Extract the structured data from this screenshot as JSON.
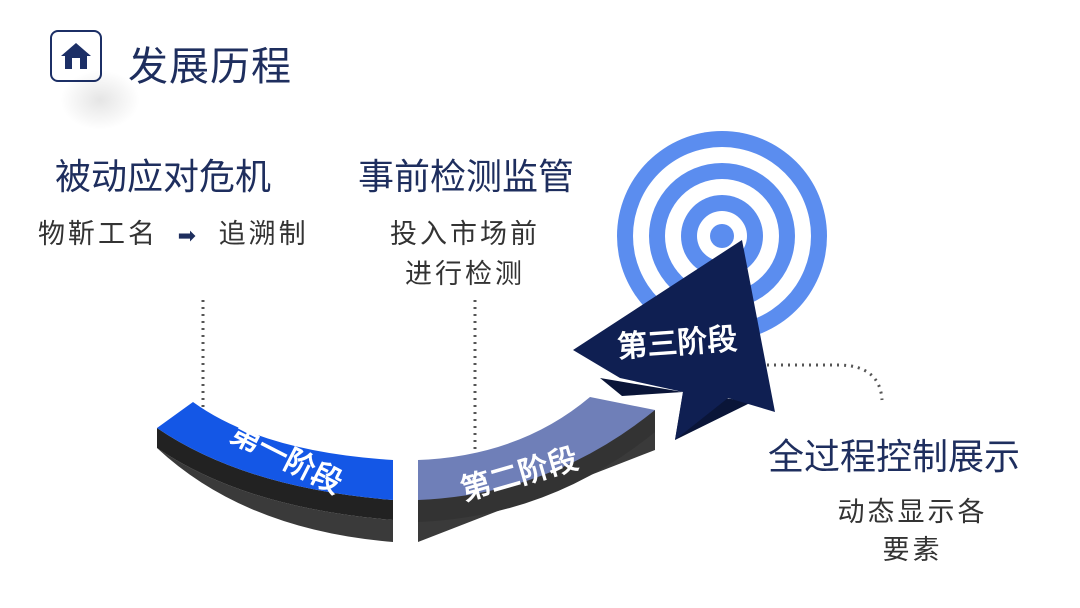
{
  "header": {
    "title": "发展历程",
    "home_icon": "home-icon"
  },
  "phase1": {
    "heading": "被动应对危机",
    "desc_left": "物靳工名",
    "arrow": "➡",
    "desc_right": "追溯制"
  },
  "phase2": {
    "heading": "事前检测监管",
    "desc_line1": "投入市场前",
    "desc_line2": "进行检测"
  },
  "phase3": {
    "heading": "全过程控制展示",
    "desc_line1": "动态显示各",
    "desc_line2": "要素"
  },
  "stages": {
    "stage1": "第一阶段",
    "stage2": "第二阶段",
    "stage3": "第三阶段"
  },
  "colors": {
    "navy": "#1e2e5e",
    "blue": "#1457e6",
    "gray_blue": "#6f7fb8",
    "dark_navy": "#0f1f52",
    "target_blue": "#5b8def"
  }
}
